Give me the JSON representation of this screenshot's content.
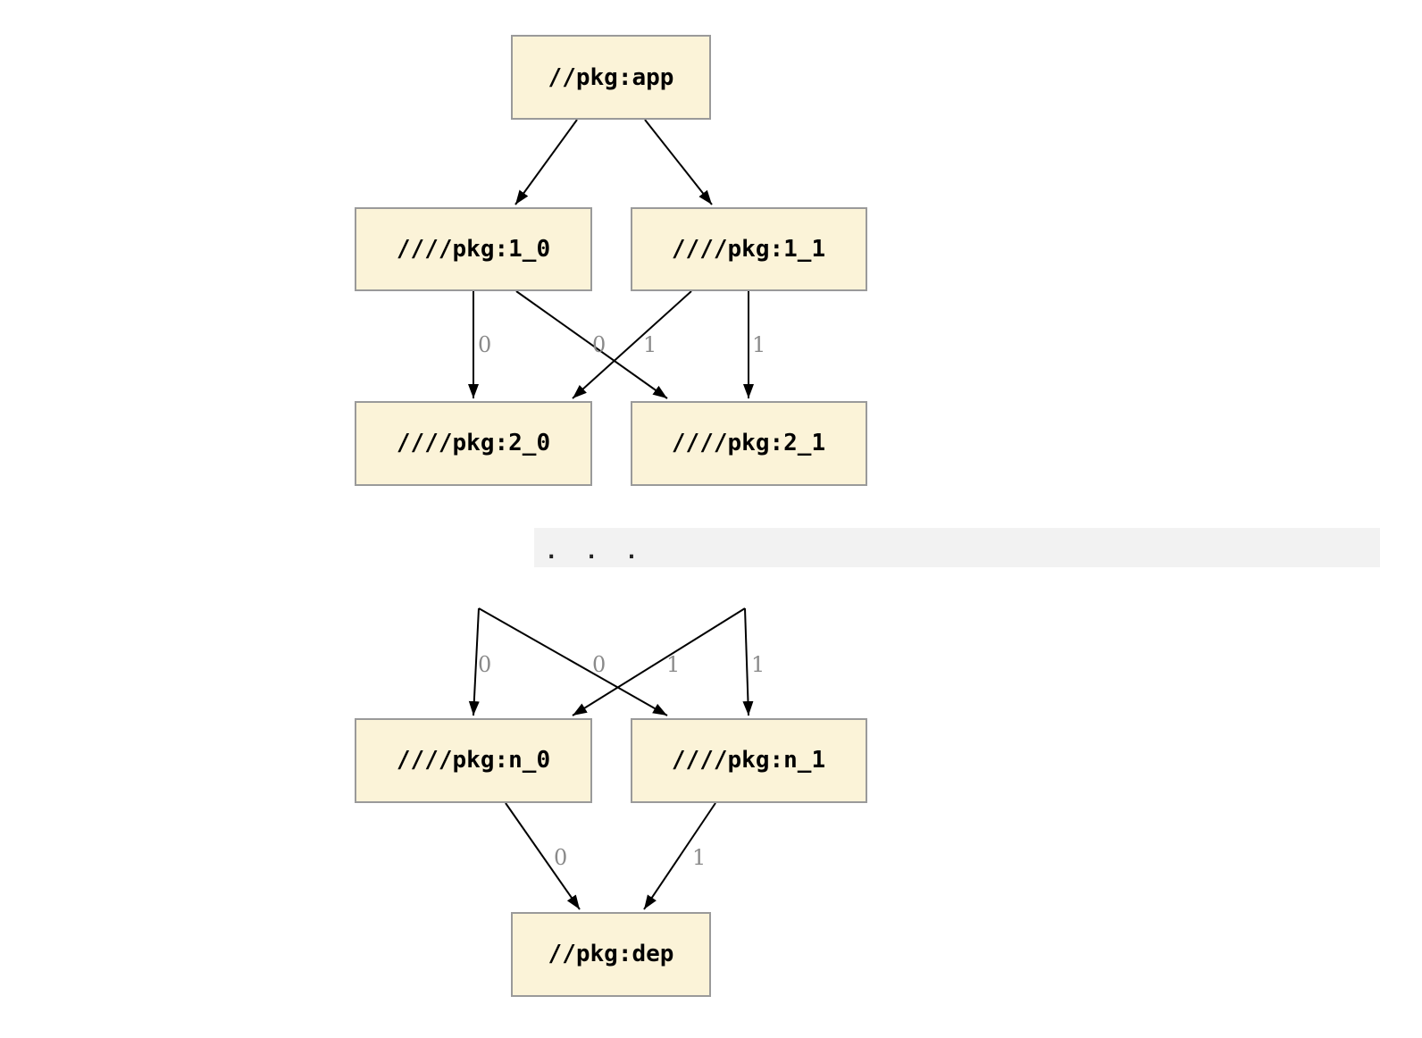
{
  "diagram": {
    "nodes": {
      "app": "//pkg:app",
      "n1_0": "////pkg:1_0",
      "n1_1": "////pkg:1_1",
      "n2_0": "////pkg:2_0",
      "n2_1": "////pkg:2_1",
      "nn_0": "////pkg:n_0",
      "nn_1": "////pkg:n_1",
      "dep": "//pkg:dep"
    },
    "ellipsis": ". . .",
    "edge_labels": {
      "level1": [
        "0",
        "0",
        "1",
        "1"
      ],
      "leveln": [
        "0",
        "0",
        "1",
        "1"
      ],
      "dep": [
        "0",
        "1"
      ]
    },
    "colors": {
      "node_fill": "#fbf3d8",
      "node_border": "#9a9a9a",
      "edge": "#000000",
      "edge_label": "#8a8a8a",
      "band_fill": "#f2f2f2",
      "ellipsis_color": "#222222"
    }
  }
}
